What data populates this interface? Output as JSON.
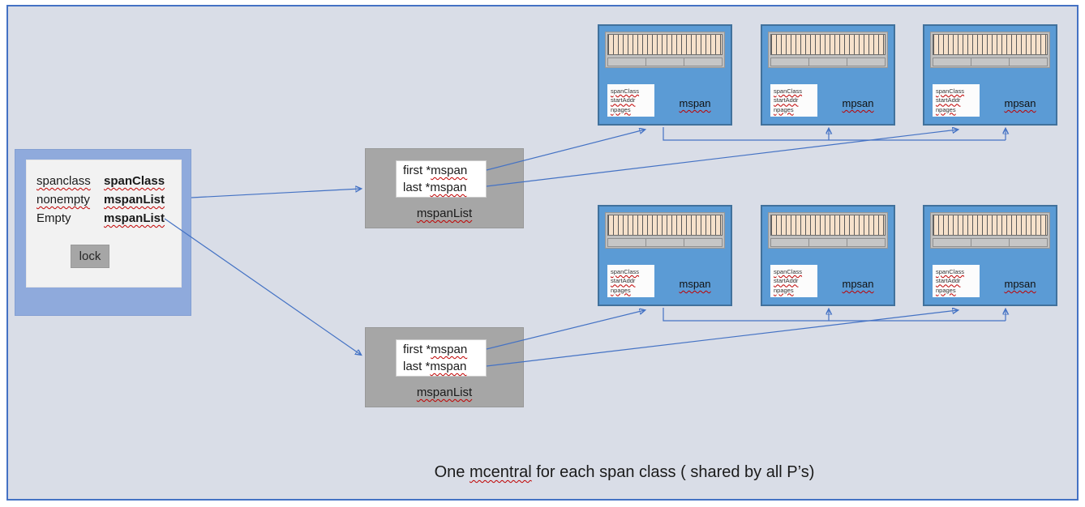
{
  "mcentral": {
    "rows": [
      {
        "label": "spanclass",
        "value": "spanClass"
      },
      {
        "label": "nonempty",
        "value": "mspanList"
      },
      {
        "label": "Empty",
        "value": "mspanList"
      }
    ],
    "lock": "lock"
  },
  "lists": [
    {
      "first_prefix": "first *",
      "first_word": "mspan",
      "last_prefix": "last *",
      "last_word": "mspan",
      "label": "mspanList"
    },
    {
      "first_prefix": "first *",
      "first_word": "mspan",
      "last_prefix": "last *",
      "last_word": "mspan",
      "label": "mspanList"
    }
  ],
  "mspans": [
    {
      "fields": [
        "spanClass",
        "startAddr",
        "npages"
      ],
      "label": "mspan"
    },
    {
      "fields": [
        "spanClass",
        "startAddr",
        "npages"
      ],
      "label": "mpsan"
    },
    {
      "fields": [
        "spanClass",
        "startAddr",
        "npages"
      ],
      "label": "mpsan"
    },
    {
      "fields": [
        "spanClass",
        "startAddr",
        "npages"
      ],
      "label": "mspan"
    },
    {
      "fields": [
        "spanClass",
        "startAddr",
        "npages"
      ],
      "label": "mpsan"
    },
    {
      "fields": [
        "spanClass",
        "startAddr",
        "npages"
      ],
      "label": "mpsan"
    }
  ],
  "caption": {
    "prefix": "One ",
    "word": "mcentral",
    "suffix": " for each span class ( shared by all P’s)"
  },
  "colors": {
    "accent": "#4472c4",
    "squiggle": "#c00000",
    "mcentral_blue": "#8faadc",
    "mspan_blue": "#5b9bd5",
    "list_gray": "#a6a6a6",
    "background": "#d9dde7"
  }
}
